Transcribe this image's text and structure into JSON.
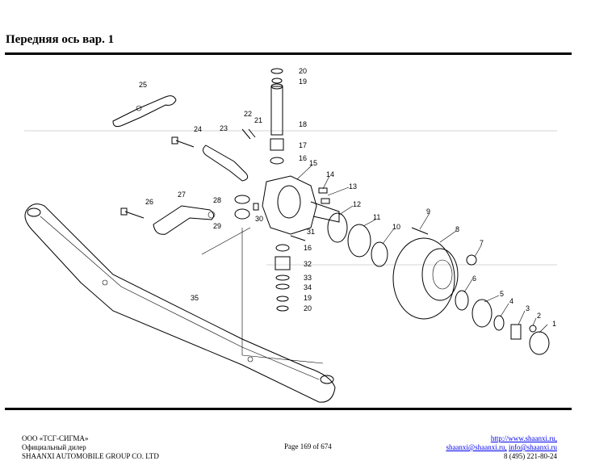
{
  "page": {
    "title": "Передняя ось вар. 1"
  },
  "diagram": {
    "callouts": [
      "1",
      "2",
      "3",
      "4",
      "5",
      "6",
      "7",
      "8",
      "9",
      "10",
      "11",
      "12",
      "13",
      "14",
      "15",
      "16",
      "16",
      "17",
      "18",
      "19",
      "19",
      "20",
      "20",
      "21",
      "22",
      "23",
      "24",
      "25",
      "26",
      "27",
      "28",
      "29",
      "30",
      "31",
      "32",
      "33",
      "34",
      "35"
    ]
  },
  "footer": {
    "company": "ООО «ТСГ-СИГМА»",
    "dealer": "Официальный дилер",
    "manufacturer": "SHAANXI AUTOMOBILE GROUP CO. LTD",
    "page_info": "Page 169 of 674",
    "website": "http://www.shaanxi.ru,",
    "email_1": "shaanxi@shaanxi.ru,",
    "email_2": "info@shaanxi.ru",
    "phone": "8 (495) 221-80-24"
  }
}
